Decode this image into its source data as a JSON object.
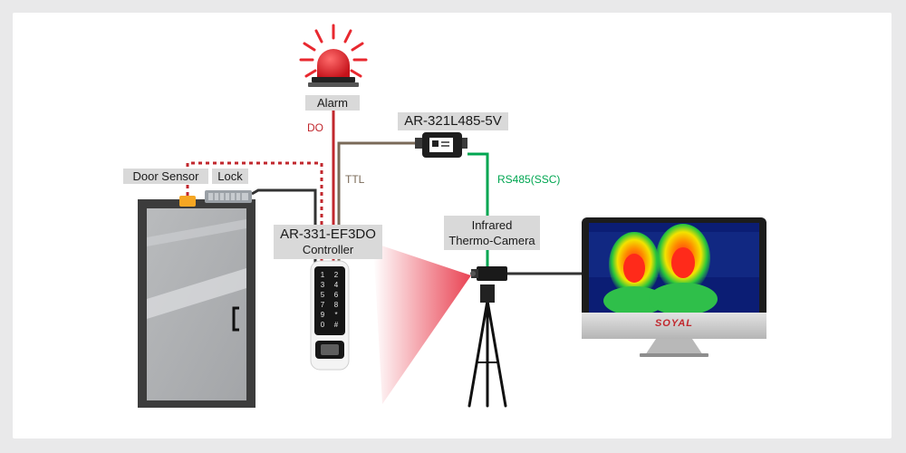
{
  "labels": {
    "alarm": "Alarm",
    "do": "DO",
    "converter": "AR-321L485-5V",
    "ttl": "TTL",
    "rs485": "RS485(SSC)",
    "door_sensor": "Door Sensor",
    "lock": "Lock",
    "controller_model": "AR-331-EF3DO",
    "controller": "Controller",
    "camera_line1": "Infrared",
    "camera_line2": "Thermo-Camera",
    "brand": "SOYAL"
  },
  "keypad": [
    "1",
    "2",
    "3",
    "4",
    "5",
    "6",
    "7",
    "8",
    "9",
    "*",
    "0",
    "#"
  ],
  "colors": {
    "alarm_wire": "#c1272d",
    "ttl_wire": "#7a6a58",
    "rs485_wire": "#00a651",
    "power_wire": "#333333",
    "label_bg": "#d9d9d9"
  },
  "icons": [
    "alarm-beacon-icon",
    "door-icon",
    "lock-icon",
    "door-sensor-icon",
    "controller-keypad-icon",
    "converter-module-icon",
    "thermal-camera-icon",
    "tripod-icon",
    "monitor-icon"
  ]
}
